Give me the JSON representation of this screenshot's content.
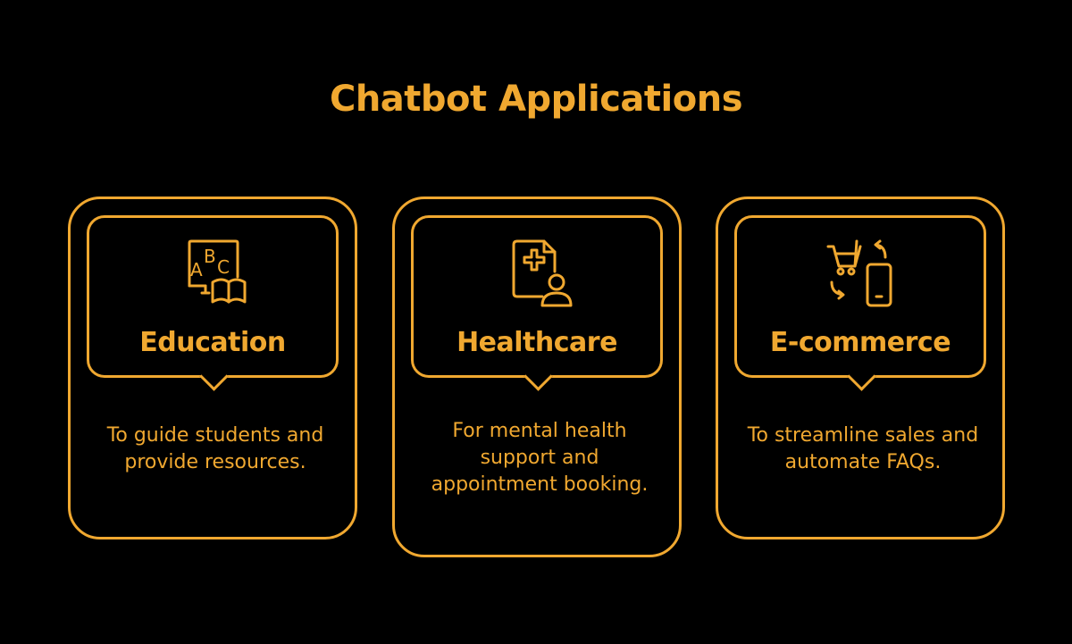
{
  "title": "Chatbot Applications",
  "accent_color": "#f0a830",
  "background_color": "#000000",
  "cards": [
    {
      "icon": "abc-book-icon",
      "title": "Education",
      "description": "To guide students and provide resources."
    },
    {
      "icon": "medical-record-icon",
      "title": "Healthcare",
      "description": "For mental health support and appointment booking."
    },
    {
      "icon": "cart-phone-icon",
      "title": "E-commerce",
      "description": "To streamline sales and automate FAQs."
    }
  ]
}
